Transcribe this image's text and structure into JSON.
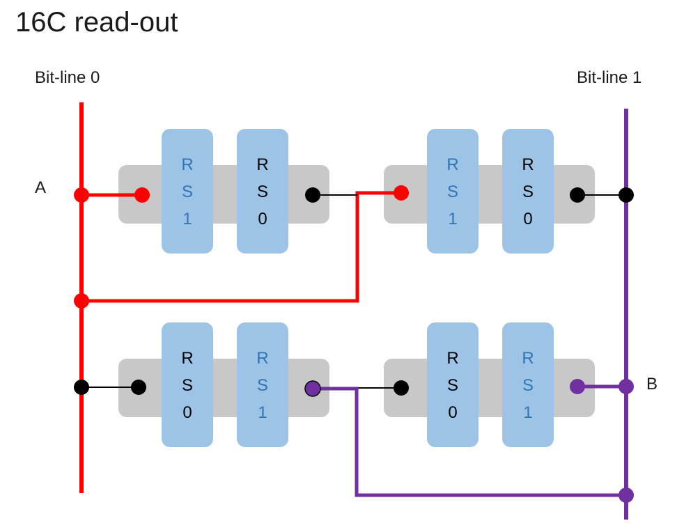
{
  "title": "16C read-out",
  "labels": {
    "bitline0": "Bit-line 0",
    "bitline1": "Bit-line 1",
    "node_a": "A",
    "node_b": "B"
  },
  "colors": {
    "bitline0": "#ff0000",
    "bitline1": "#7030a0",
    "cell_body": "#c8c8c8",
    "gate": "#9dc3e6",
    "label_black": "#000000",
    "label_blue": "#2e75b6"
  },
  "cells": [
    {
      "id": "top-left",
      "gates": [
        {
          "lines": [
            "R",
            "S",
            "1"
          ],
          "color": "blue"
        },
        {
          "lines": [
            "R",
            "S",
            "0"
          ],
          "color": "black"
        }
      ]
    },
    {
      "id": "top-right",
      "gates": [
        {
          "lines": [
            "R",
            "S",
            "1"
          ],
          "color": "blue"
        },
        {
          "lines": [
            "R",
            "S",
            "0"
          ],
          "color": "black"
        }
      ]
    },
    {
      "id": "bottom-left",
      "gates": [
        {
          "lines": [
            "R",
            "S",
            "0"
          ],
          "color": "black"
        },
        {
          "lines": [
            "R",
            "S",
            "1"
          ],
          "color": "blue"
        }
      ]
    },
    {
      "id": "bottom-right",
      "gates": [
        {
          "lines": [
            "R",
            "S",
            "0"
          ],
          "color": "black"
        },
        {
          "lines": [
            "R",
            "S",
            "1"
          ],
          "color": "blue"
        }
      ]
    }
  ]
}
